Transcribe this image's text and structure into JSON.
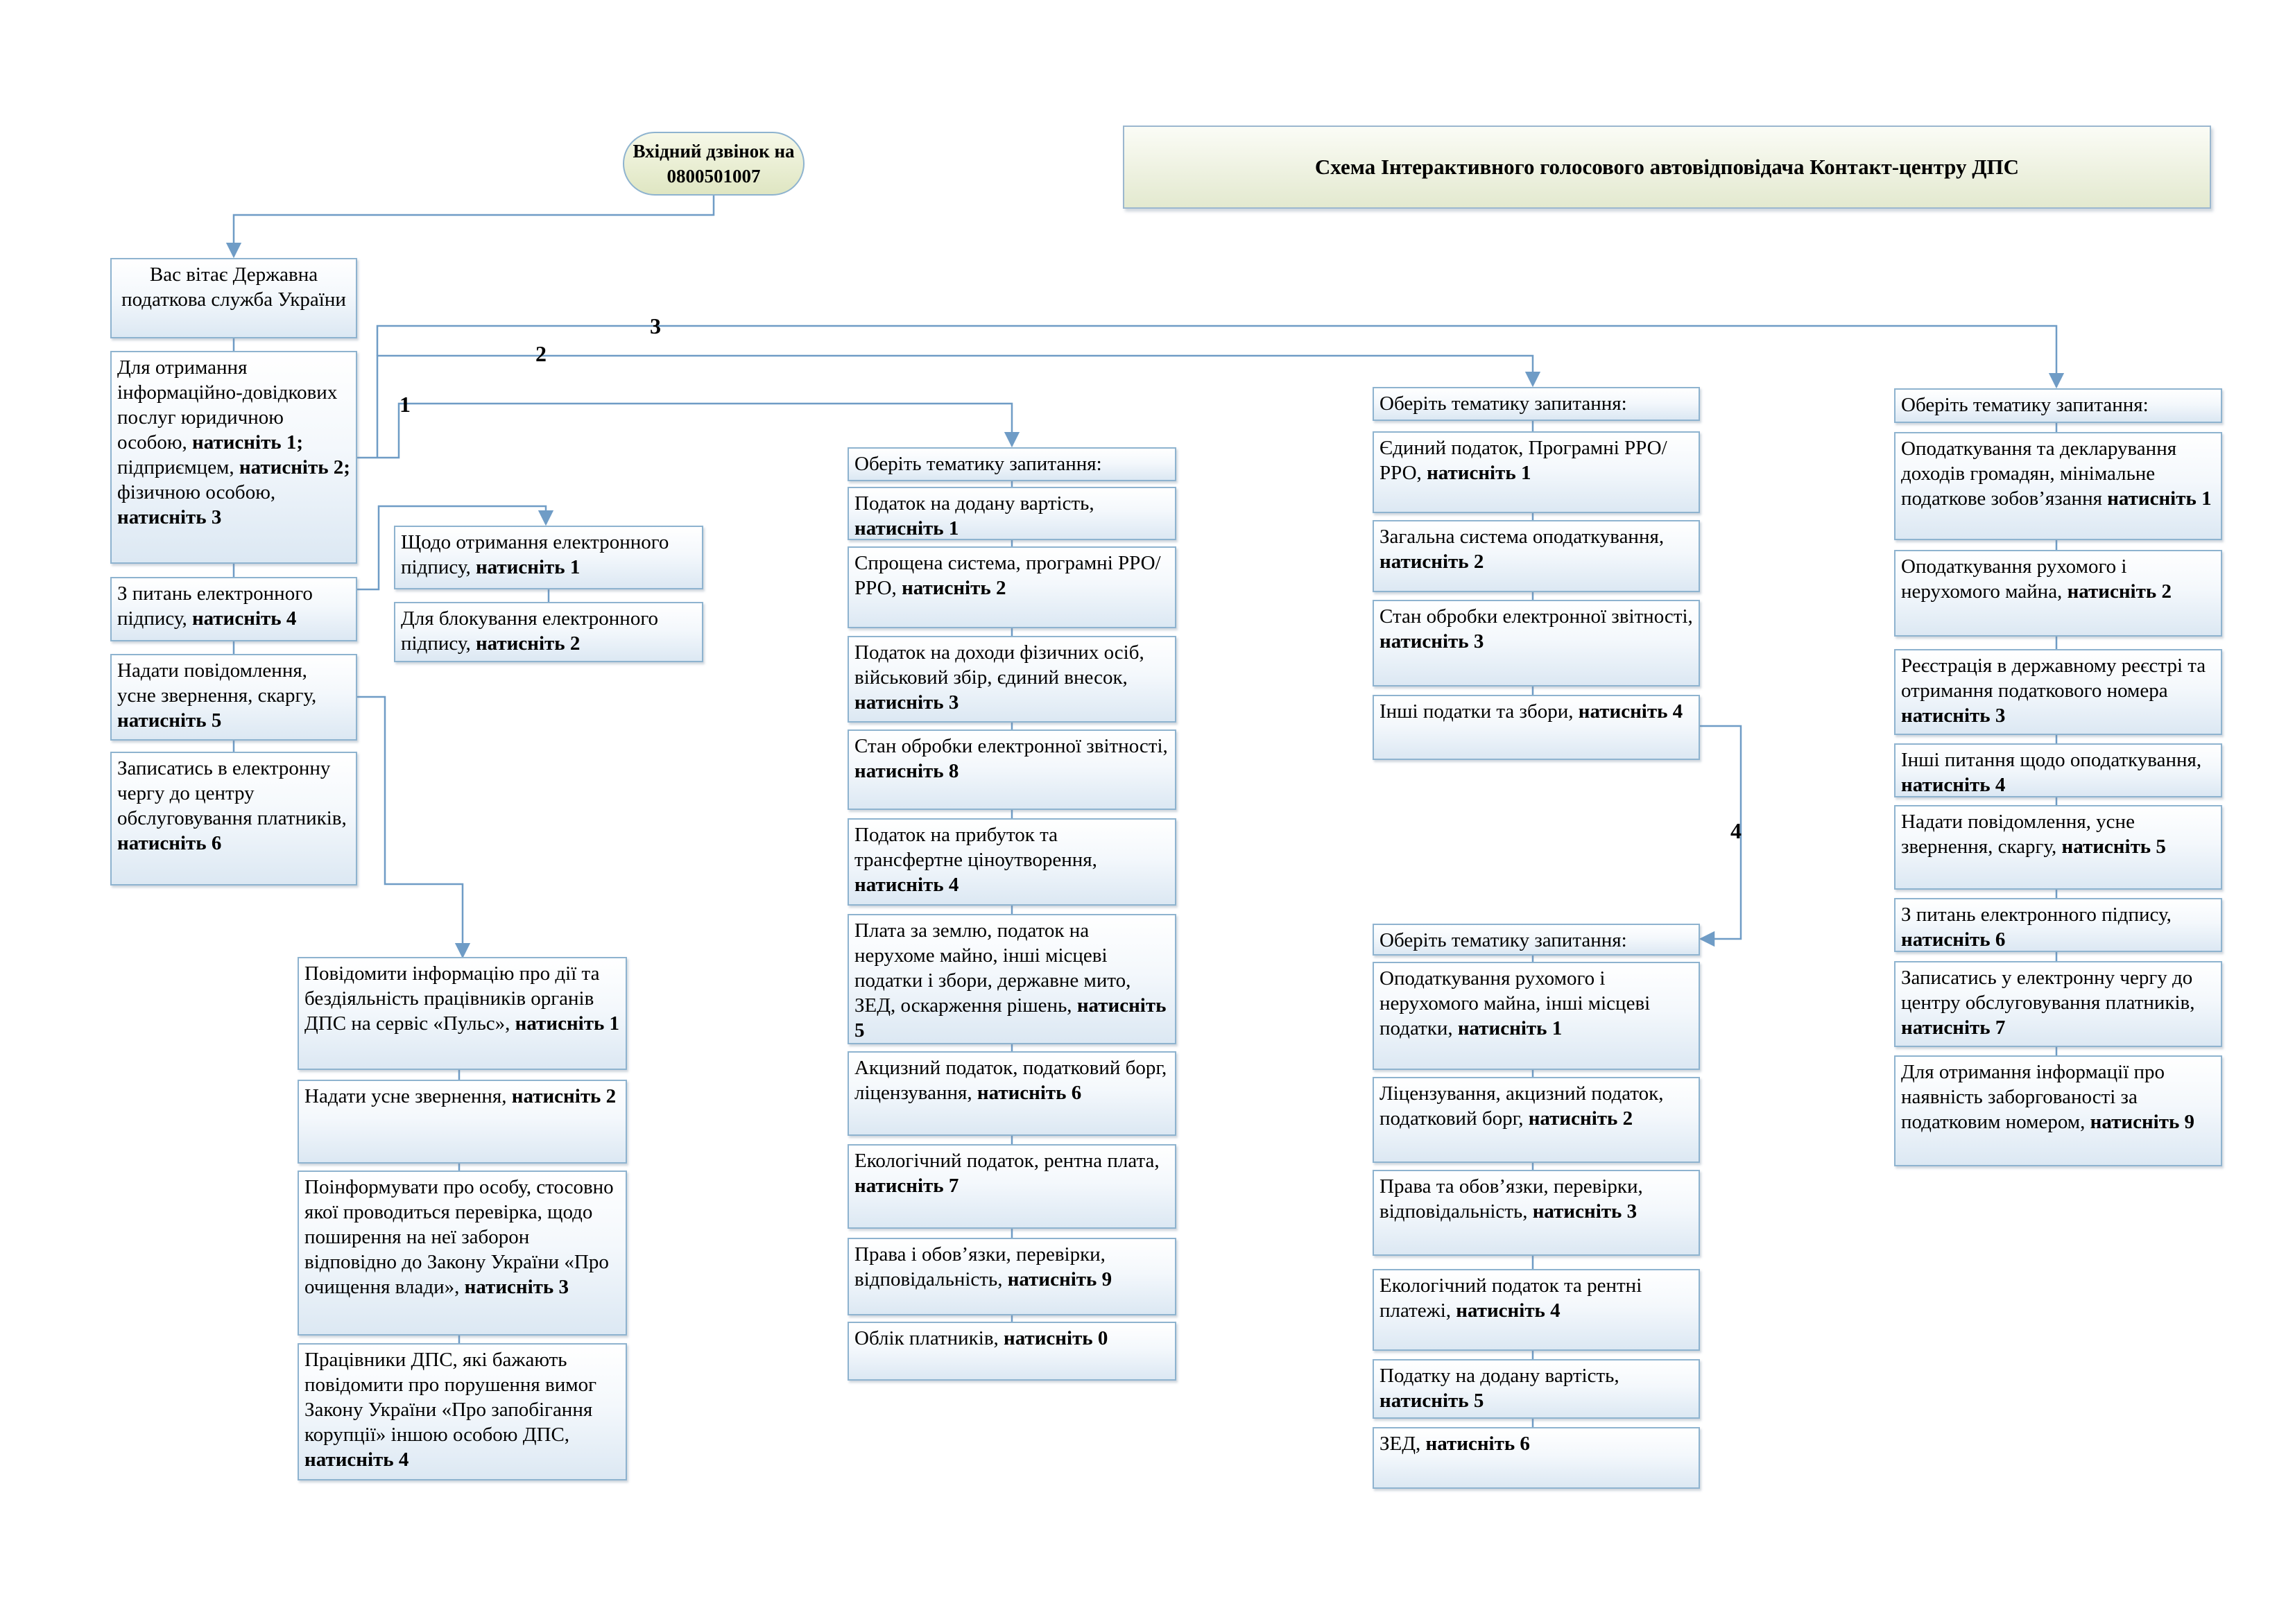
{
  "start": {
    "line1": "Вхідний дзвінок на",
    "line2": "0800501007"
  },
  "title": "Схема Інтерактивного голосового автовідповідача Контакт-центру ДПС",
  "branch_numbers": {
    "b1": "1",
    "b2": "2",
    "b3": "3",
    "b4": "4"
  },
  "welcome": "Вас вітає Державна податкова служба України",
  "main_menu": {
    "m1": {
      "pre": "Для отримання інформаційно-довідкових послуг юридичною особою, ",
      "k1": "натисніть 1;",
      "pre2": " підприємцем, ",
      "k2": "натисніть 2;",
      "pre3": " фізичною особою, ",
      "k3": "натисніть 3"
    },
    "m4": {
      "text": "З питань електронного підпису, ",
      "key": "натисніть 4"
    },
    "m5": {
      "text": "Надати повідомлення, усне звернення, скаргу, ",
      "key": "натисніть 5"
    },
    "m6": {
      "text": "Записатись в електронну чергу до центру обслуговування платників, ",
      "key": "натисніть 6"
    }
  },
  "esig": [
    {
      "text": "Щодо отримання електронного підпису, ",
      "key": "натисніть 1"
    },
    {
      "text": "Для блокування електронного підпису, ",
      "key": "натисніть 2"
    }
  ],
  "complaints": [
    {
      "text": "Повідомити інформацію про дії та бездіяльність працівників органів ДПС на сервіс «Пульс», ",
      "key": "натисніть 1"
    },
    {
      "text": "Надати усне звернення, ",
      "key": "натисніть 2"
    },
    {
      "text": "Поінформувати про особу, стосовно якої проводиться перевірка, щодо поширення на неї заборон відповідно до Закону України «Про очищення влади», ",
      "key": "натисніть 3"
    },
    {
      "text": "Працівники ДПС, які бажають повідомити про порушення вимог Закону України «Про запобігання корупції» іншою особою ДПС, ",
      "key": "натисніть 4"
    }
  ],
  "col1": {
    "header": "Оберіть тематику запитання:",
    "items": [
      {
        "text": "Податок на додану вартість, ",
        "key": "натисніть 1"
      },
      {
        "text": "Спрощена система, програмні РРО/РРО, ",
        "key": "натисніть 2"
      },
      {
        "text": "Податок на доходи фізичних осіб, військовий збір, єдиний внесок, ",
        "key": "натисніть 3"
      },
      {
        "text": "Стан обробки електронної звітності, ",
        "key": "натисніть 8"
      },
      {
        "text": "Податок на прибуток та трансфертне ціноутворення, ",
        "key": "натисніть 4"
      },
      {
        "text": "Плата за землю, податок на нерухоме майно, інші місцеві податки і збори, державне мито, ЗЕД, оскарження рішень, ",
        "key": "натисніть 5"
      },
      {
        "text": "Акцизний податок, податковий борг, ліцензування, ",
        "key": "натисніть 6"
      },
      {
        "text": "Екологічний податок, рентна плата, ",
        "key": "натисніть 7"
      },
      {
        "text": "Права і обов’язки, перевірки, відповідальність, ",
        "key": "натисніть 9"
      },
      {
        "text": "Облік платників, ",
        "key": "натисніть 0"
      }
    ]
  },
  "col2": {
    "header": "Оберіть тематику запитання:",
    "items": [
      {
        "text": "Єдиний податок, Програмні РРО/ РРО, ",
        "key": "натисніть 1"
      },
      {
        "text": "Загальна система оподаткування, ",
        "key": "натисніть 2"
      },
      {
        "text": "Стан обробки електронної звітності, ",
        "key": "натисніть 3"
      },
      {
        "text": "Інші податки та збори, ",
        "key": "натисніть 4"
      }
    ]
  },
  "col2b": {
    "header": "Оберіть тематику запитання:",
    "items": [
      {
        "text": "Оподаткування рухомого і нерухомого майна, інші місцеві податки, ",
        "key": "натисніть 1"
      },
      {
        "text": "Ліцензування, акцизний податок, податковий борг, ",
        "key": "натисніть 2"
      },
      {
        "text": "Права та обов’язки, перевірки, відповідальність, ",
        "key": "натисніть 3"
      },
      {
        "text": "Екологічний податок та рентні платежі, ",
        "key": "натисніть 4"
      },
      {
        "text": "Податку на додану вартість, ",
        "key": "натисніть 5"
      },
      {
        "text": "ЗЕД, ",
        "key": "натисніть 6"
      }
    ]
  },
  "col3": {
    "header": "Оберіть тематику запитання:",
    "items": [
      {
        "text": "Оподаткування та декларування доходів громадян, мінімальне податкове зобов’язання ",
        "key": "натисніть 1"
      },
      {
        "text": "Оподаткування рухомого і нерухомого майна, ",
        "key": "натисніть 2"
      },
      {
        "text": "Реєстрація в державному реєстрі та отримання податкового номера ",
        "key": "натисніть 3"
      },
      {
        "text": "Інші питання щодо оподаткування, ",
        "key": "натисніть 4"
      },
      {
        "text": "Надати повідомлення, усне звернення, скаргу, ",
        "key": "натисніть 5"
      },
      {
        "text": "З питань електронного підпису, ",
        "key": "натисніть 6"
      },
      {
        "text": "Записатись у електронну чергу до центру обслуговування платників, ",
        "key": "натисніть 7"
      },
      {
        "text": "Для отримання інформації про наявність заборгованості за податковим номером, ",
        "key": "натисніть 9"
      }
    ]
  }
}
